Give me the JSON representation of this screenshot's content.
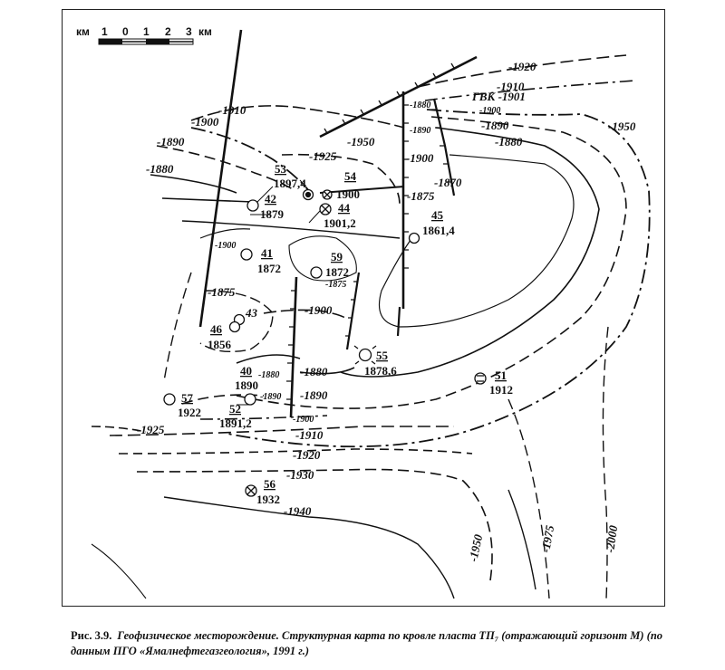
{
  "scale_bar": {
    "unit_left": "км",
    "ticks": [
      "1",
      "0",
      "1",
      "2",
      "3"
    ],
    "unit_right": "км"
  },
  "contour_labels": {
    "c1920_ne": "-1920",
    "c1910_ne": "-1910",
    "gvk": "ГВК -1901",
    "c1900_ne": "-1900",
    "c1890_ne": "-1890",
    "c1950_e": "-1950",
    "c1880_ne": "-1880",
    "c1910_n": "-1910",
    "c1900_nw": "-1900",
    "c1890_nw": "-1890",
    "c1880_nw": "-1880",
    "c1880_b1": "-1880",
    "c1890_b1": "-1890",
    "c1950_b": "-1950",
    "c1900_b1": "-1900",
    "c1925_top": "-1925",
    "c1875_b": "-1875",
    "c1870_b": "-1870",
    "c1900_w": "-1900",
    "c1875_w": "-1875",
    "c1875_small": "-1875",
    "c1900_center": "-1900",
    "c1880_c": "-1880",
    "c1890_c": "-1890",
    "c1880_s": "-1880",
    "c1890_s": "-1890",
    "c1900_s": "-1900",
    "c1910_s": "-1910",
    "c1920_s": "-1920",
    "c1925_sw": "-1925",
    "c1930_s": "-1930",
    "c1940_s": "-1940",
    "c1950_se": "-1950",
    "c1975_se": "-1975",
    "c2000_se": "-2000"
  },
  "wells": [
    {
      "no": "53",
      "value": "1897,4"
    },
    {
      "no": "54",
      "value": "1900"
    },
    {
      "no": "42",
      "value": "1879"
    },
    {
      "no": "44",
      "value": "1901,2"
    },
    {
      "no": "45",
      "value": "1861,4"
    },
    {
      "no": "41",
      "value": "1872"
    },
    {
      "no": "59",
      "value": "1872"
    },
    {
      "no": "43",
      "value": ""
    },
    {
      "no": "46",
      "value": "1856"
    },
    {
      "no": "55",
      "value": "1878,6"
    },
    {
      "no": "51",
      "value": "1912"
    },
    {
      "no": "40",
      "value": "1890"
    },
    {
      "no": "57",
      "value": "1922"
    },
    {
      "no": "52",
      "value": "1891,2"
    },
    {
      "no": "56",
      "value": "1932"
    }
  ],
  "caption": {
    "figure_no": "Рис. 3.9.",
    "text": "Геофизическое месторождение. Структурная карта по кровле пласта ТП₇ (отражающий горизонт М) (по данным ПГО «Ямалнефтегазгеология», 1991 г.)"
  }
}
